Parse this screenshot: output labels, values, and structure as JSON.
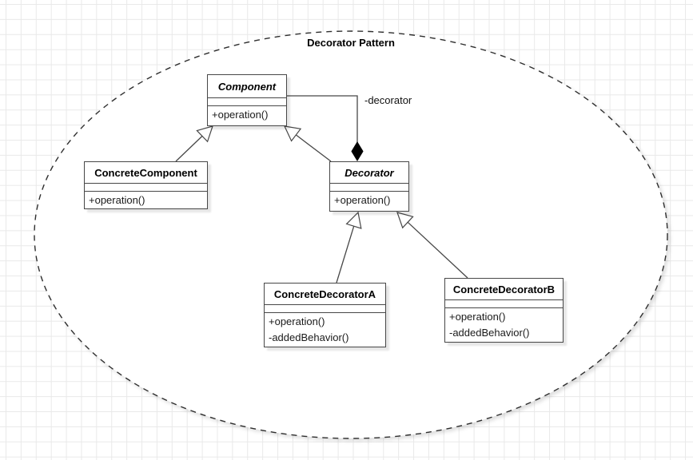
{
  "diagram": {
    "title": "Decorator Pattern",
    "association": {
      "label": "-decorator"
    },
    "classes": [
      {
        "name": "Component",
        "abstract": true,
        "methods": [
          "+operation()"
        ]
      },
      {
        "name": "ConcreteComponent",
        "abstract": false,
        "methods": [
          "+operation()"
        ]
      },
      {
        "name": "Decorator",
        "abstract": true,
        "methods": [
          "+operation()"
        ]
      },
      {
        "name": "ConcreteDecoratorA",
        "abstract": false,
        "methods": [
          "+operation()",
          "-addedBehavior()"
        ]
      },
      {
        "name": "ConcreteDecoratorB",
        "abstract": false,
        "methods": [
          "+operation()",
          "-addedBehavior()"
        ]
      }
    ],
    "relationships": [
      {
        "type": "generalization",
        "from": "ConcreteComponent",
        "to": "Component"
      },
      {
        "type": "generalization",
        "from": "Decorator",
        "to": "Component"
      },
      {
        "type": "composition",
        "from": "Decorator",
        "to": "Component",
        "label": "-decorator"
      },
      {
        "type": "generalization",
        "from": "ConcreteDecoratorA",
        "to": "Decorator"
      },
      {
        "type": "generalization",
        "from": "ConcreteDecoratorB",
        "to": "Decorator"
      }
    ],
    "colors": {
      "shape_stroke": "#474747",
      "boundary_stroke": "#2e2e2e",
      "fill": "#ffffff",
      "grid": "#e9e9e9",
      "text": "#000000",
      "diamond": "#000000"
    }
  }
}
